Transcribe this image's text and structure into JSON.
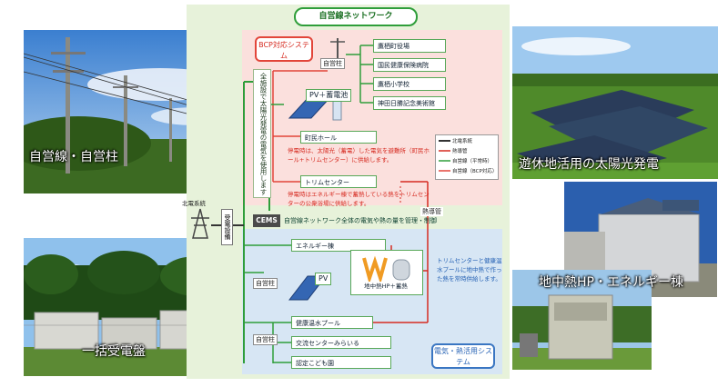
{
  "photos": {
    "top_left_caption": "自営線・自営柱",
    "bottom_left_caption": "一括受電盤",
    "top_right_caption": "遊休地活用の太陽光発電",
    "bottom_right_caption": "地中熱HP・エネルギー棟"
  },
  "diagram": {
    "title": "自営線ネットワーク",
    "bcp_system": "BCP対応システム",
    "vertical_label": "全施設で太陽光発電の電気を使用します",
    "self_pole": "自営柱",
    "facilities_bcp": [
      "鷹栖町役場",
      "国民健康保険病院",
      "鷹栖小学校",
      "神田日勝記念美術館"
    ],
    "pv_battery": "PV＋蓄電池",
    "town_hall": "町民ホール",
    "town_hall_note": "停電時は、太陽光（蓄電）した電気を避難所（町民ホール+トリムセンター）に供給します。",
    "trim_center": "トリムセンター",
    "trim_note": "停電時はエネルギー棟で蓄熱している熱をトリムセンターの公衆浴場に供給します。",
    "heat_pipe": "熱導管",
    "legend": {
      "items": [
        "北電系統",
        "熱導管",
        "自営線（平常時）",
        "自営線（BCP対応）"
      ]
    },
    "grid_label": "北電系統",
    "receiving": "受電設備",
    "cems": "CEMS",
    "cems_text": "自営線ネットワーク全体の電気や熱の量を管理・制御",
    "energy_building": "エネルギー棟",
    "pv": "PV",
    "hp_storage": "地中熱HP＋蓄熱",
    "hp_note": "トリムセンターと健康温水プールに地中熱で作った熱を常時供給します。",
    "pool": "健康温水プール",
    "exchange_center": "交流センターみらいる",
    "kids_center": "認定こども園",
    "energy_system": "電気・熱活用システム"
  }
}
